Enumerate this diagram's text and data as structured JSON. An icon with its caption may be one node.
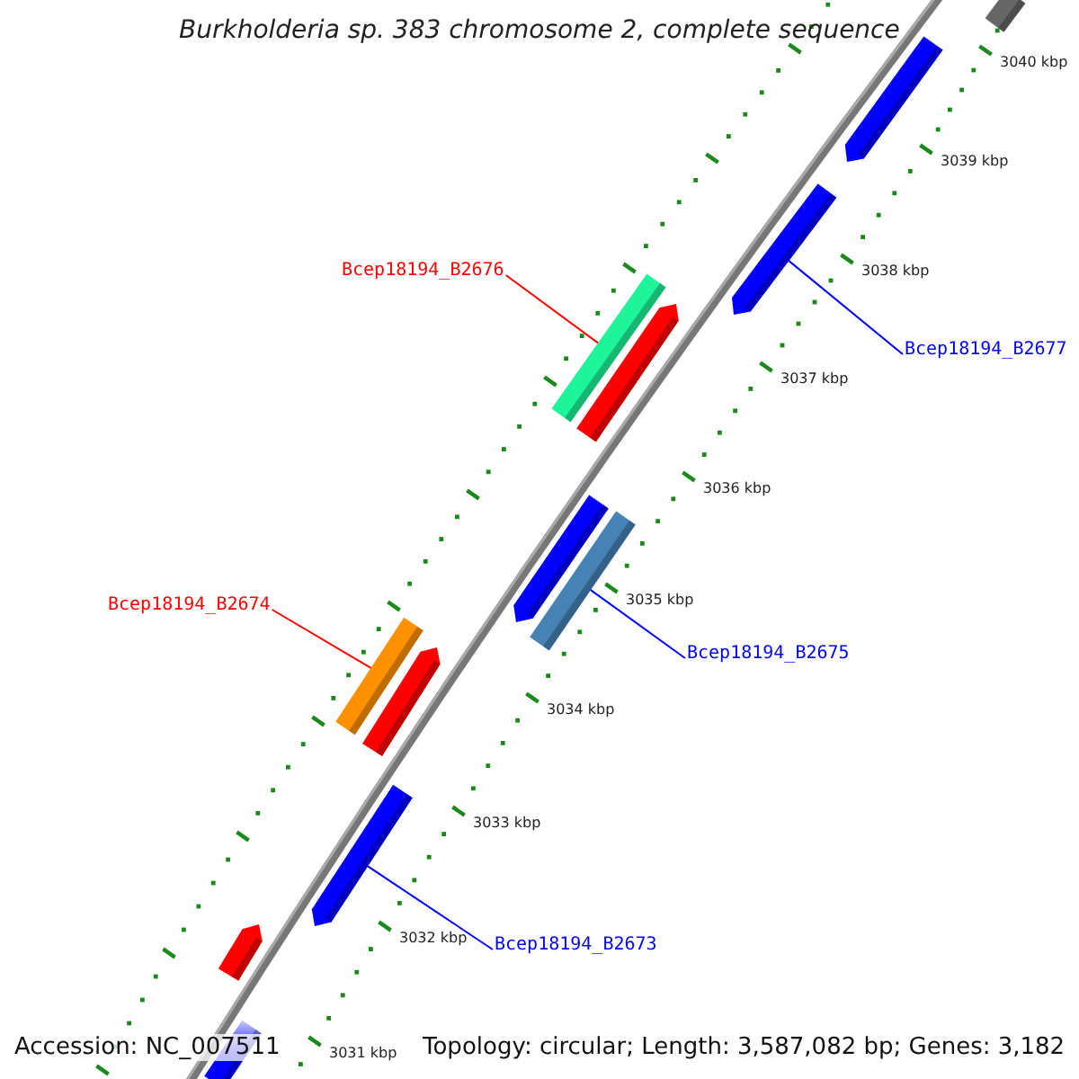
{
  "diagram": {
    "title": "Burkholderia sp. 383 chromosome 2, complete sequence",
    "nodes": [
      {
        "text": [
          "Bcep18194_B2676"
        ]
      },
      {
        "text": [
          "Bcep18194_B2677"
        ]
      },
      {
        "text": [
          "Bcep18194_B2674"
        ]
      },
      {
        "text": [
          "Bcep18194_B2675"
        ]
      },
      {
        "text": [
          "Bcep18194_B2673"
        ]
      },
      {
        "text": [],
        "shape": "bar"
      },
      {
        "text": [],
        "shape": "arrow"
      },
      {
        "text": [],
        "shape": "arrow"
      },
      {
        "text": [],
        "shape": "bar"
      },
      {
        "text": [],
        "shape": "arrow"
      },
      {
        "text": [],
        "shape": "arrow"
      },
      {
        "text": [],
        "shape": "bar"
      },
      {
        "text": [],
        "shape": "bar"
      },
      {
        "text": [],
        "shape": "arrow"
      },
      {
        "text": [],
        "shape": "arrow"
      },
      {
        "text": [],
        "shape": "arrow"
      },
      {
        "text": [],
        "shape": "bar"
      }
    ],
    "edges": [
      {
        "from": 0,
        "to": 8,
        "arrow": "none",
        "color": "#ff0000"
      },
      {
        "from": 1,
        "to": 7,
        "arrow": "none"
      },
      {
        "from": 2,
        "to": 12,
        "arrow": "none",
        "color": "#ff0000"
      },
      {
        "from": 3,
        "to": 11,
        "arrow": "none"
      },
      {
        "from": 4,
        "to": 14,
        "arrow": "none"
      }
    ],
    "labels": [
      "3040 kbp",
      "3039 kbp",
      "3038 kbp",
      "3037 kbp",
      "3036 kbp",
      "3035 kbp",
      "3034 kbp",
      "3033 kbp",
      "3032 kbp",
      "3031 kbp",
      "Accession: NC_007511",
      "Topology: circular; Length: 3,587,082 bp; Genes: 3,182"
    ]
  }
}
